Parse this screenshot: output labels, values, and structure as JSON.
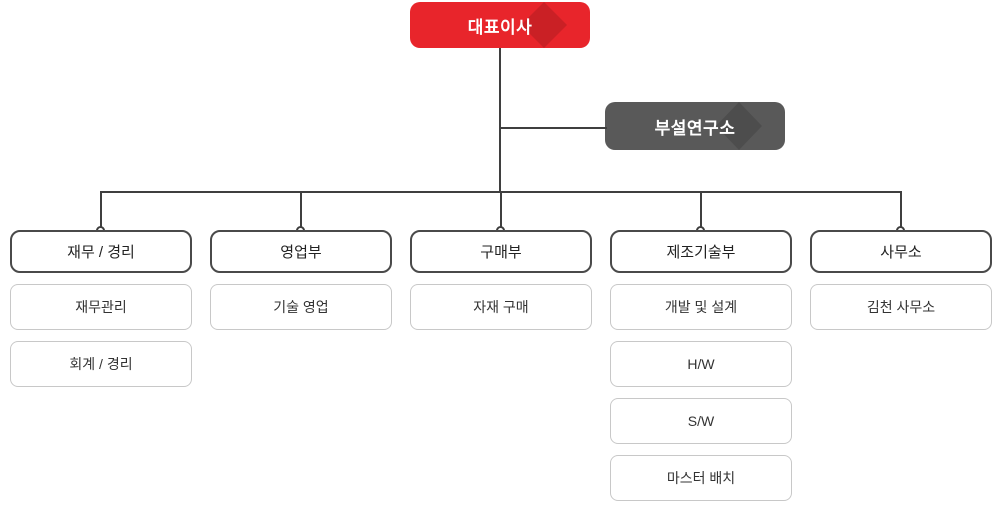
{
  "chart": {
    "type": "org-chart",
    "title": "",
    "root": {
      "label": "대표이사",
      "color": "#e8252b",
      "text_color": "#ffffff"
    },
    "staff_unit": {
      "label": "부설연구소",
      "color": "#595959",
      "text_color": "#ffffff"
    },
    "line_color": "#3f3f3f",
    "dept_border_color": "#4a4a4a",
    "sub_border_color": "#c8c8c8",
    "departments": [
      {
        "label": "재무 / 경리",
        "children": [
          {
            "label": "재무관리"
          },
          {
            "label": "회계 / 경리"
          }
        ]
      },
      {
        "label": "영업부",
        "children": [
          {
            "label": "기술 영업"
          }
        ]
      },
      {
        "label": "구매부",
        "children": [
          {
            "label": "자재 구매"
          }
        ]
      },
      {
        "label": "제조기술부",
        "children": [
          {
            "label": "개발 및 설계"
          },
          {
            "label": "H/W"
          },
          {
            "label": "S/W"
          },
          {
            "label": "마스터 배치"
          }
        ]
      },
      {
        "label": "사무소",
        "children": [
          {
            "label": "김천 사무소"
          }
        ]
      }
    ]
  }
}
